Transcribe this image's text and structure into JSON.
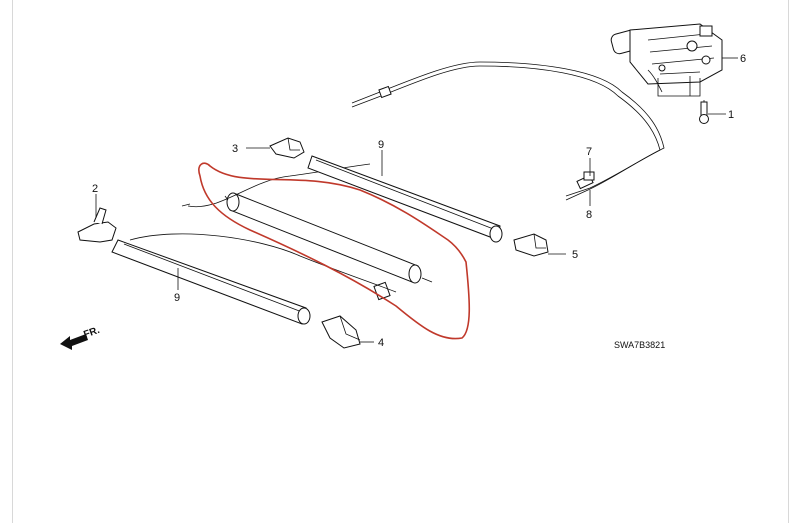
{
  "diagram": {
    "diagram_code": "SWA7B3821",
    "front_label": "FR.",
    "callouts": {
      "c1": "1",
      "c2": "2",
      "c3": "3",
      "c4": "4",
      "c5": "5",
      "c6": "6",
      "c7": "7",
      "c8": "8",
      "c9_top": "9",
      "c9_bottom": "9"
    },
    "colors": {
      "line": "#111111",
      "highlight": "#c0392b",
      "background": "#ffffff"
    }
  }
}
